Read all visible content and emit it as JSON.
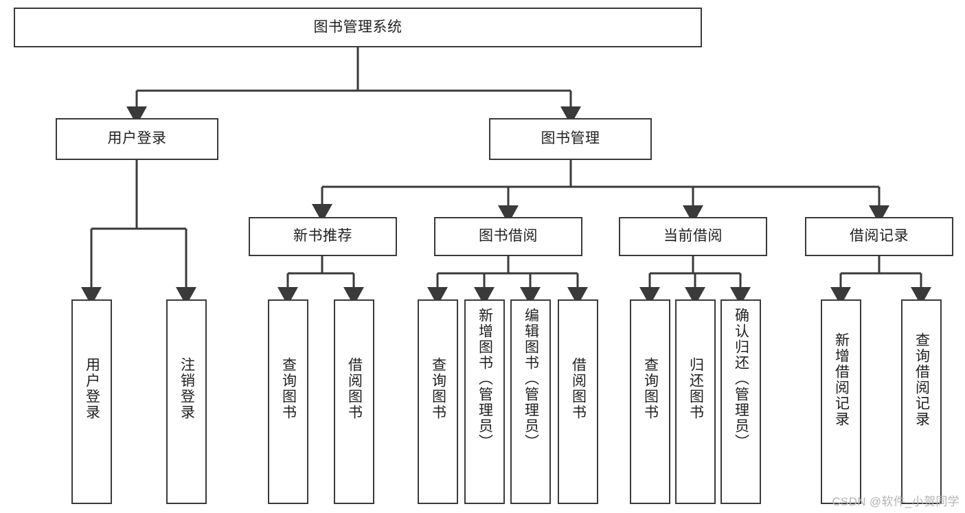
{
  "diagram": {
    "title": "图书管理系统",
    "type": "hierarchy-tree",
    "colors": {
      "node_border": "#3a3a3a",
      "node_fill": "#ffffff",
      "edge": "#3a3a3a",
      "text": "#1f1f1f",
      "watermark": "#b4b4b4",
      "background": "#ffffff"
    },
    "nodes": {
      "root": {
        "label": "图书管理系统"
      },
      "level2": [
        {
          "id": "user-login",
          "label": "用户登录"
        },
        {
          "id": "book-manage",
          "label": "图书管理"
        }
      ],
      "level3": [
        {
          "id": "new-book-recommend",
          "label": "新书推荐"
        },
        {
          "id": "book-borrow",
          "label": "图书借阅"
        },
        {
          "id": "current-borrow",
          "label": "当前借阅"
        },
        {
          "id": "borrow-record",
          "label": "借阅记录"
        }
      ],
      "leaves": {
        "user_login": [
          {
            "id": "leaf-user-login",
            "label": "用户登录"
          },
          {
            "id": "leaf-logout-login",
            "label": "注销登录"
          }
        ],
        "new_book_recommend": [
          {
            "id": "leaf-query-book-1",
            "label": "查询图书"
          },
          {
            "id": "leaf-borrow-book-1",
            "label": "借阅图书"
          }
        ],
        "book_borrow": [
          {
            "id": "leaf-query-book-2",
            "label": "查询图书"
          },
          {
            "id": "leaf-add-book",
            "label": "新增图书（管理员）"
          },
          {
            "id": "leaf-edit-book",
            "label": "编辑图书（管理员）"
          },
          {
            "id": "leaf-borrow-book-2",
            "label": "借阅图书"
          }
        ],
        "current_borrow": [
          {
            "id": "leaf-query-book-3",
            "label": "查询图书"
          },
          {
            "id": "leaf-return-book",
            "label": "归还图书"
          },
          {
            "id": "leaf-confirm-return",
            "label": "确认归还（管理员）"
          }
        ],
        "borrow_record": [
          {
            "id": "leaf-add-record",
            "label": "新增借阅记录"
          },
          {
            "id": "leaf-query-record",
            "label": "查询借阅记录"
          }
        ]
      }
    }
  },
  "watermark": {
    "text": "CSDN @软件_小贺同学"
  }
}
